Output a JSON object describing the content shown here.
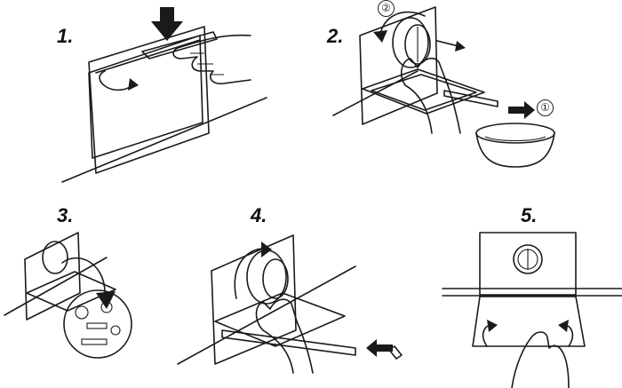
{
  "steps": [
    {
      "label": "1."
    },
    {
      "label": "2."
    },
    {
      "label": "3."
    },
    {
      "label": "4."
    },
    {
      "label": "5."
    }
  ],
  "callouts": [
    {
      "label": "②"
    },
    {
      "label": "①"
    }
  ],
  "colors": {
    "line": "#1a1a1a",
    "flap_fill": "#9a9a9a",
    "fill_light": "#f2f2f2",
    "arrow": "#1a1a1a"
  }
}
